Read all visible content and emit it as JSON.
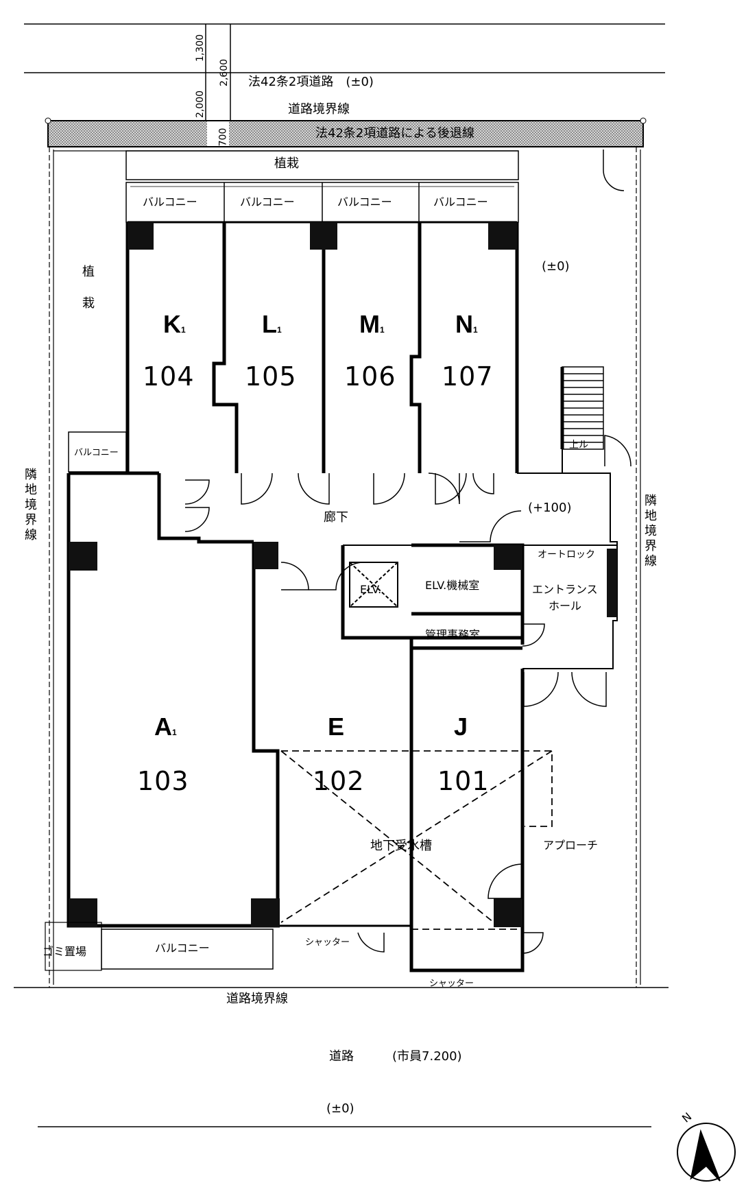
{
  "road_top": {
    "label": "法42条2項道路　(±0)",
    "boundary": "道路境界線",
    "setback": "法42条2項道路による後退線"
  },
  "dimensions": [
    "1,300",
    "2,600",
    "2,000",
    "700"
  ],
  "planting_top": "植栽",
  "planting_left_1": "植",
  "planting_left_2": "栽",
  "level_top_right": "(±0)",
  "balconies": [
    "バルコニー",
    "バルコニー",
    "バルコニー",
    "バルコニー"
  ],
  "balcony_small": "バルコニー",
  "balcony_bottom": "バルコニー",
  "units": [
    {
      "letter": "K",
      "sub": "1",
      "number": "104"
    },
    {
      "letter": "L",
      "sub": "1",
      "number": "105"
    },
    {
      "letter": "M",
      "sub": "1",
      "number": "106"
    },
    {
      "letter": "N",
      "sub": "1",
      "number": "107"
    },
    {
      "letter": "A",
      "sub": "1",
      "number": "103"
    },
    {
      "letter": "E",
      "sub": "",
      "number": "102"
    },
    {
      "letter": "J",
      "sub": "",
      "number": "101"
    }
  ],
  "corridor": "廊下",
  "level_corridor": "(+100)",
  "stairs_up": "上ル",
  "elevator": "ELV.",
  "elv_machine_room": "ELV.機械室",
  "management_office": "管理事務室",
  "autolock": "オートロック",
  "entrance_1": "エントランス",
  "entrance_2": "ホール",
  "neighbor_left": "隣地境界線",
  "neighbor_right": "隣地境界線",
  "water_tank": "地下受水槽",
  "approach": "アプローチ",
  "garbage": "ゴミ置場",
  "shutter_1": "シャッター",
  "shutter_2": "シャッター",
  "road_bottom": {
    "boundary": "道路境界線",
    "road": "道路",
    "width": "(市員7.200)",
    "level": "(±0)"
  },
  "north": "N"
}
